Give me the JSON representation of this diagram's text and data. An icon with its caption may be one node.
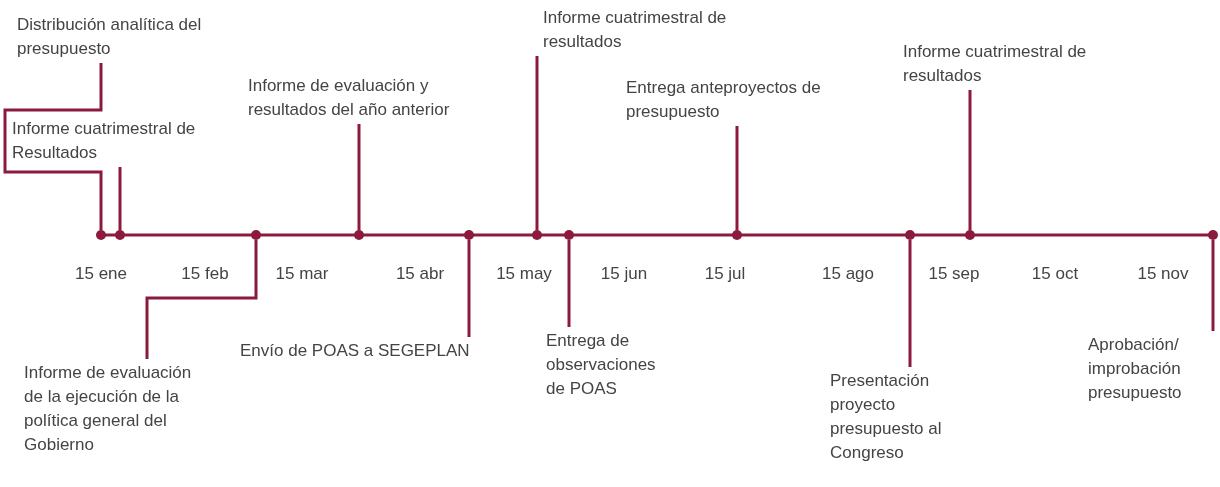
{
  "diagram": {
    "nodes": [
      {
        "text": [
          "Distribución analítica del presupuesto"
        ]
      },
      {
        "text": [
          "Informe cuatrimestral de Resultados"
        ]
      },
      {
        "text": [
          "Informe de evaluación y resultados del año anterior"
        ]
      },
      {
        "text": [
          "Informe cuatrimestral de resultados"
        ]
      },
      {
        "text": [
          "Entrega anteproyectos de presupuesto"
        ]
      },
      {
        "text": [
          "Informe cuatrimestral de resultados"
        ]
      },
      {
        "text": [
          "Informe de evaluación de la ejecución de la política general del Gobierno"
        ]
      },
      {
        "text": [
          "Envío de POAS a SEGEPLAN"
        ]
      },
      {
        "text": [
          "Entrega de observaciones de POAS"
        ]
      },
      {
        "text": [
          "Presentación proyecto presupuesto al Congreso"
        ]
      },
      {
        "text": [
          "Aprobación/ improbación presupuesto"
        ]
      },
      {
        "text": [],
        "shape": "circle"
      },
      {
        "text": [],
        "shape": "circle"
      },
      {
        "text": [],
        "shape": "circle"
      },
      {
        "text": [],
        "shape": "circle"
      },
      {
        "text": [],
        "shape": "circle"
      },
      {
        "text": [],
        "shape": "circle"
      },
      {
        "text": [],
        "shape": "circle"
      },
      {
        "text": [],
        "shape": "circle"
      },
      {
        "text": [],
        "shape": "circle"
      },
      {
        "text": [],
        "shape": "circle"
      },
      {
        "text": [],
        "shape": "circle"
      }
    ],
    "edges": [
      {
        "from": 0,
        "to": 11,
        "arrow": "none"
      },
      {
        "from": 1,
        "to": 12,
        "arrow": "none"
      },
      {
        "from": 2,
        "to": 14,
        "arrow": "none"
      },
      {
        "from": 3,
        "to": 16,
        "arrow": "none"
      },
      {
        "from": 4,
        "to": 18,
        "arrow": "none"
      },
      {
        "from": 5,
        "to": 20,
        "arrow": "none"
      },
      {
        "from": 6,
        "to": 13,
        "arrow": "none"
      },
      {
        "from": 7,
        "to": 15,
        "arrow": "none"
      },
      {
        "from": 8,
        "to": 17,
        "arrow": "none"
      },
      {
        "from": 9,
        "to": 19,
        "arrow": "none"
      },
      {
        "from": 10,
        "to": 21,
        "arrow": "none"
      }
    ],
    "labels": [
      "15 ene",
      "15 feb",
      "15 mar",
      "15 abr",
      "15 may",
      "15 jun",
      "15 jul",
      "15 ago",
      "15 sep",
      "15 oct",
      "15 nov"
    ]
  }
}
